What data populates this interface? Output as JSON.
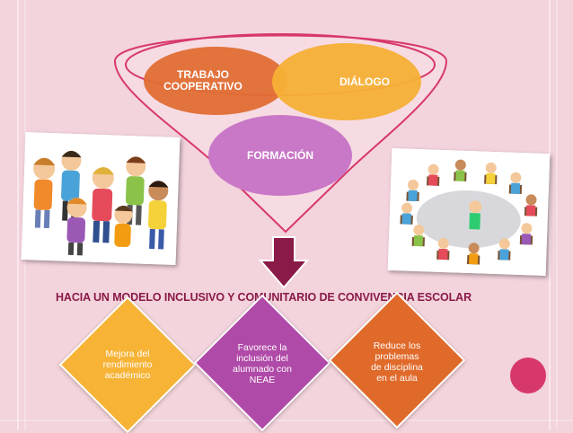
{
  "funnel": {
    "items": [
      {
        "label_line1": "TRABAJO",
        "label_line2": "COOPERATIVO"
      },
      {
        "label": "DIÁLOGO"
      },
      {
        "label": "FORMACIÓN"
      }
    ]
  },
  "headline": "HACIA UN MODELO INCLUSIVO Y COMUNITARIO DE CONVIVENCIA ESCOLAR",
  "outcomes": [
    {
      "line1": "Mejora del",
      "line2": "rendimiento",
      "line3": "académico"
    },
    {
      "line1": "Favorece la",
      "line2": "inclusión del",
      "line3": "alumnado con",
      "line4": "NEAE"
    },
    {
      "line1": "Reduce los",
      "line2": "problemas",
      "line3": "de disciplina",
      "line4": "en el aula"
    }
  ],
  "colors": {
    "background": "#f3d3dc",
    "funnel_outline": "#d7386a",
    "arrow": "#8a1a47",
    "headline": "#8a1a47",
    "orange": "#e06e34",
    "yellow": "#f5b036",
    "purple": "#c978c7"
  },
  "icons": [
    "children-group-illustration",
    "classroom-circle-illustration",
    "down-arrow-icon"
  ]
}
